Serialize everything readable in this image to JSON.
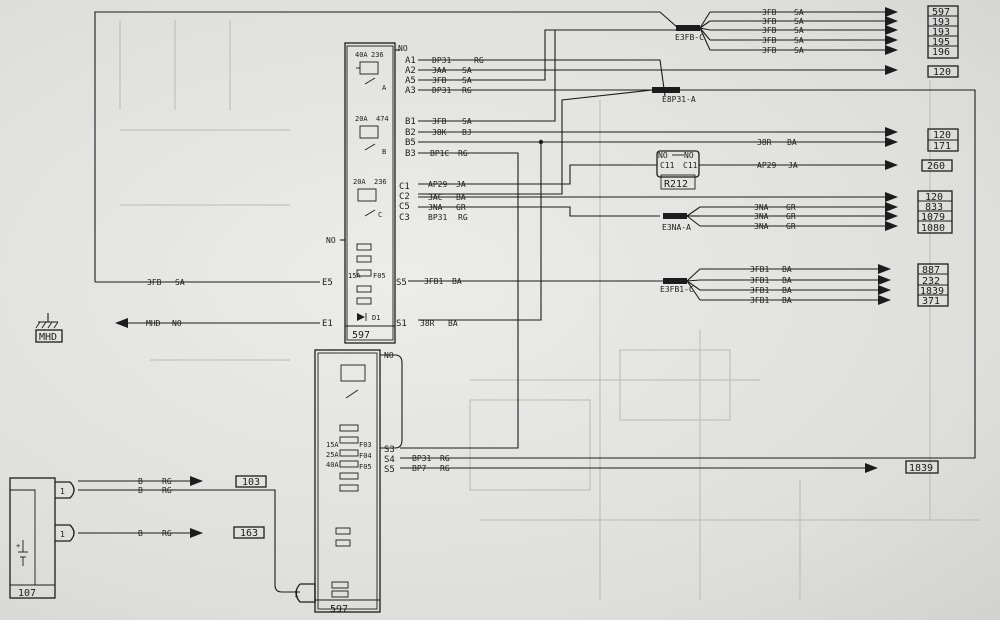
{
  "modules": {
    "upper_unit": "597",
    "lower_unit": "597",
    "battery": "107",
    "relay_box": "R212",
    "ground": "MHD"
  },
  "upper_relays": [
    {
      "rating": "40A",
      "code": "236",
      "letter": "A"
    },
    {
      "rating": "20A",
      "code": "474",
      "letter": "B"
    },
    {
      "rating": "20A",
      "code": "236",
      "letter": "C"
    }
  ],
  "upper_fuses": [
    "15A",
    "F05",
    "D1"
  ],
  "lower_fuses": [
    "15A",
    "F03",
    "25A",
    "F04",
    "40A",
    "F05"
  ],
  "labels": {
    "no": "NO",
    "pin_1": "1",
    "splice_3fb": "E3FB-C",
    "splice_bp31": "E8P31-A",
    "splice_3na": "E3NA-A",
    "splice_3fb1": "E3FB1-C",
    "r212_left": "C11",
    "r212_right": "C11",
    "r212_no_left": "NO",
    "r212_no_right": "NO",
    "mhd_wire": "MHD",
    "mhd_color": "NO"
  },
  "pins_upper": {
    "a1": "A1",
    "a2": "A2",
    "a5": "A5",
    "a3": "A3",
    "b1": "B1",
    "b2": "B2",
    "b5": "B5",
    "b3": "B3",
    "c1": "C1",
    "c2": "C2",
    "c5": "C5",
    "c3": "C3",
    "e5": "E5",
    "e1": "E1",
    "s5": "S5",
    "s1": "S1"
  },
  "pins_lower": {
    "s3": "S3",
    "s4": "S4",
    "s5": "S5"
  },
  "wires": {
    "a1": {
      "code": "DP31",
      "color": "RG"
    },
    "a2": {
      "code": "3AA",
      "color": "SA"
    },
    "a5": {
      "code": "3FB",
      "color": "SA"
    },
    "a3": {
      "code": "DP31",
      "color": "RG"
    },
    "b1": {
      "code": "3FB",
      "color": "SA"
    },
    "b2": {
      "code": "38K",
      "color": "BJ"
    },
    "b3": {
      "code": "BP1C",
      "color": "RG"
    },
    "c1": {
      "code": "AP29",
      "color": "JA"
    },
    "c2": {
      "code": "3AC",
      "color": "BA"
    },
    "c5": {
      "code": "3NA",
      "color": "GR"
    },
    "c3": {
      "code": "BP31",
      "color": "RG"
    },
    "e5": {
      "code": "3FB",
      "color": "SA"
    },
    "s5": {
      "code": "3FB1",
      "color": "BA"
    },
    "s1": {
      "code": "38R",
      "color": "BA"
    },
    "b5_out": {
      "code": "38R",
      "color": "BA"
    },
    "ap29_out": {
      "code": "AP29",
      "color": "JA"
    },
    "l_s4": {
      "code": "BP31",
      "color": "RG"
    },
    "l_s5": {
      "code": "BP7",
      "color": "RG"
    },
    "batt1": {
      "code": "B",
      "color": "RG"
    },
    "batt2": {
      "code": "B",
      "color": "RG"
    },
    "batt3": {
      "code": "B",
      "color": "RG"
    }
  },
  "fanouts": {
    "top": {
      "code": "3FB",
      "color": "SA",
      "targets": [
        "597",
        "193",
        "193",
        "195",
        "196"
      ]
    },
    "a2_target": "120",
    "b5_targets": [
      "120",
      "171"
    ],
    "ap29_target": "260",
    "c2_target": "120",
    "c5": {
      "code": "3NA",
      "color": "GR",
      "targets": [
        "833",
        "1079",
        "1080"
      ]
    },
    "s5": {
      "code": "3FB1",
      "color": "BA",
      "targets": [
        "887",
        "232",
        "1839",
        "371"
      ]
    },
    "l_s5_target": "1839",
    "batt_targets": [
      "103",
      "163"
    ]
  }
}
